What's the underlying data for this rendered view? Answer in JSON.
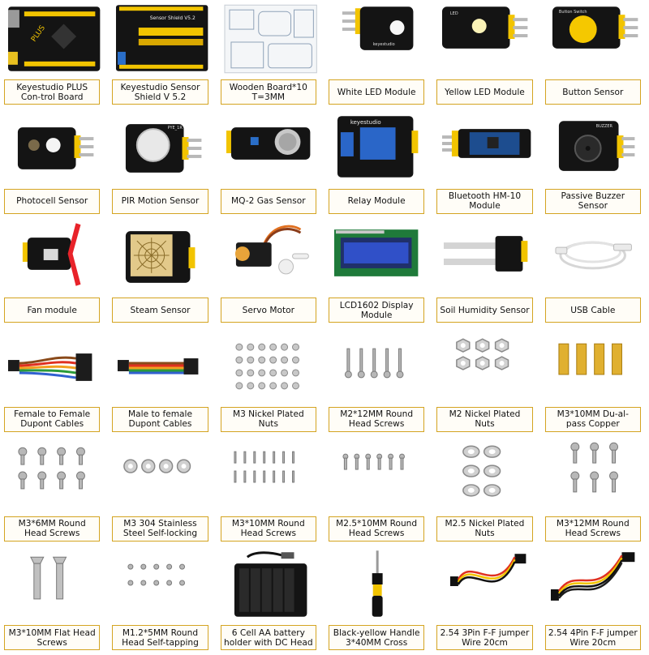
{
  "items": [
    {
      "label": "Keyestudio PLUS Con-trol Board",
      "icon": "control-board-icon"
    },
    {
      "label": "Keyestudio Sensor Shield V 5.2",
      "icon": "sensor-shield-icon"
    },
    {
      "label": "Wooden Board*10 T=3MM",
      "icon": "wooden-board-icon"
    },
    {
      "label": "White LED Module",
      "icon": "white-led-module-icon"
    },
    {
      "label": "Yellow LED Module",
      "icon": "yellow-led-module-icon"
    },
    {
      "label": "Button Sensor",
      "icon": "button-sensor-icon"
    },
    {
      "label": "Photocell Sensor",
      "icon": "photocell-sensor-icon"
    },
    {
      "label": "PIR Motion Sensor",
      "icon": "pir-sensor-icon"
    },
    {
      "label": "MQ-2 Gas Sensor",
      "icon": "gas-sensor-icon"
    },
    {
      "label": "Relay Module",
      "icon": "relay-module-icon"
    },
    {
      "label": "Bluetooth HM-10 Module",
      "icon": "bluetooth-module-icon"
    },
    {
      "label": "Passive Buzzer Sensor",
      "icon": "buzzer-sensor-icon"
    },
    {
      "label": "Fan module",
      "icon": "fan-module-icon"
    },
    {
      "label": "Steam Sensor",
      "icon": "steam-sensor-icon"
    },
    {
      "label": "Servo Motor",
      "icon": "servo-motor-icon"
    },
    {
      "label": "LCD1602 Display Module",
      "icon": "lcd-display-icon"
    },
    {
      "label": "Soil Humidity Sensor",
      "icon": "soil-sensor-icon"
    },
    {
      "label": "USB Cable",
      "icon": "usb-cable-icon"
    },
    {
      "label": "Female to Female Dupont Cables",
      "icon": "dupont-cable-ff-icon"
    },
    {
      "label": "Male to female Dupont Cables",
      "icon": "dupont-cable-mf-icon"
    },
    {
      "label": "M3 Nickel Plated Nuts",
      "icon": "m3-nuts-icon"
    },
    {
      "label": "M2*12MM Round Head Screws",
      "icon": "m2-screws-icon"
    },
    {
      "label": "M2 Nickel Plated Nuts",
      "icon": "m2-nuts-icon"
    },
    {
      "label": "M3*10MM Du-al-pass Copper",
      "icon": "copper-pillar-icon"
    },
    {
      "label": "M3*6MM Round Head Screws",
      "icon": "m3-6mm-screws-icon"
    },
    {
      "label": "M3 304 Stainless Steel Self-locking",
      "icon": "self-locking-nuts-icon"
    },
    {
      "label": "M3*10MM Round Head Screws",
      "icon": "m3-10mm-screws-icon"
    },
    {
      "label": "M2.5*10MM Round Head Screws",
      "icon": "m2-5-screws-icon"
    },
    {
      "label": "M2.5 Nickel Plated Nuts",
      "icon": "m2-5-nuts-icon"
    },
    {
      "label": "M3*12MM Round Head Screws",
      "icon": "m3-12mm-screws-icon"
    },
    {
      "label": "M3*10MM Flat Head Screws",
      "icon": "flat-head-screws-icon"
    },
    {
      "label": "M1.2*5MM Round Head Self-tapping",
      "icon": "self-tapping-screws-icon"
    },
    {
      "label": "6 Cell AA battery holder with DC Head",
      "icon": "battery-holder-icon"
    },
    {
      "label": "Black-yellow Handle 3*40MM Cross",
      "icon": "screwdriver-icon"
    },
    {
      "label": "2.54 3Pin F-F jumper Wire 20cm",
      "icon": "3pin-wire-icon"
    },
    {
      "label": "2.54 4Pin F-F jumper Wire 20cm",
      "icon": "4pin-wire-icon"
    }
  ],
  "board_text": {
    "plus": "PLUS",
    "shield": "Sensor Shield V5.2",
    "keyestudio": "keyestudio",
    "pir": "PYE_1R",
    "relay": "keyestudio",
    "buzzer": "BUZZER",
    "button": "Button Switch",
    "led": "LED"
  },
  "colors": {
    "label_border": "#d4a421",
    "board_yellow": "#f2c400",
    "board_black": "#141414",
    "pcb_blue": "#1d4d8f"
  }
}
